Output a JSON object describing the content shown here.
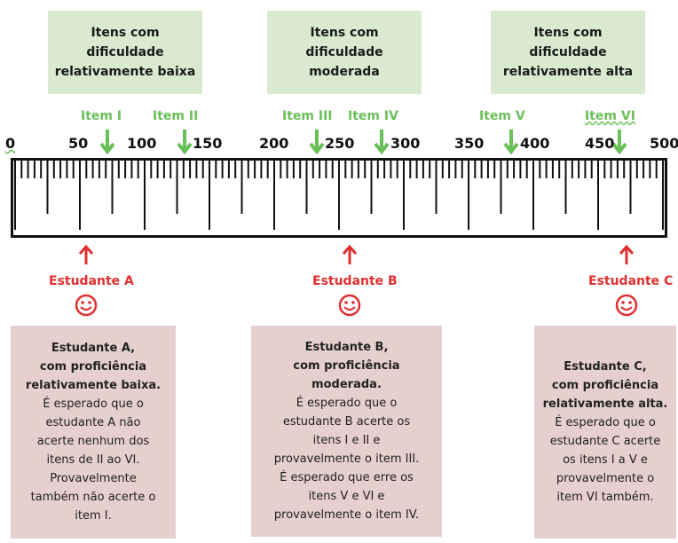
{
  "top_boxes": [
    {
      "text": "Itens com\ndificuldade\nrelativamente baixa"
    },
    {
      "text": "Itens com\ndificuldade\nmoderada"
    },
    {
      "text": "Itens com\ndificuldade\nrelativamente alta"
    }
  ],
  "items": [
    "Item I",
    "Item II",
    "Item III",
    "Item IV",
    "Item V",
    "Item VI"
  ],
  "scale": {
    "labels": [
      "0",
      "50",
      "100",
      "150",
      "200",
      "250",
      "300",
      "350",
      "400",
      "450",
      "500"
    ],
    "min": 0,
    "max": 500
  },
  "students": [
    {
      "label": "Estudante A",
      "title": "Estudante A,\ncom proficiência\nrelativamente baixa.",
      "text": "É esperado que o\nestudante A não\nacerte nenhum dos\nitens de II ao VI.\nProvavelmente\ntambém não acerte o\nitem I."
    },
    {
      "label": "Estudante B",
      "title": "Estudante B,\ncom proficiência\nmoderada.",
      "text": "É esperado que o\nestudante B acerte os\nitens I e II e\nprovavelmente o item III.\nÉ esperado que erre os\nitens V e VI e\nprovavelmente o item IV."
    },
    {
      "label": "Estudante C",
      "title": "Estudante C,\ncom proficiência\nrelativamente alta.",
      "text": "É esperado que o\nestudante C acerte\nos itens I a V e\nprovavelmente o\nitem VI também."
    }
  ],
  "colors": {
    "green_box": "#d9ead0",
    "green_accent": "#6bbf59",
    "red_accent": "#e03030",
    "pink_box": "#e6cfcf"
  }
}
